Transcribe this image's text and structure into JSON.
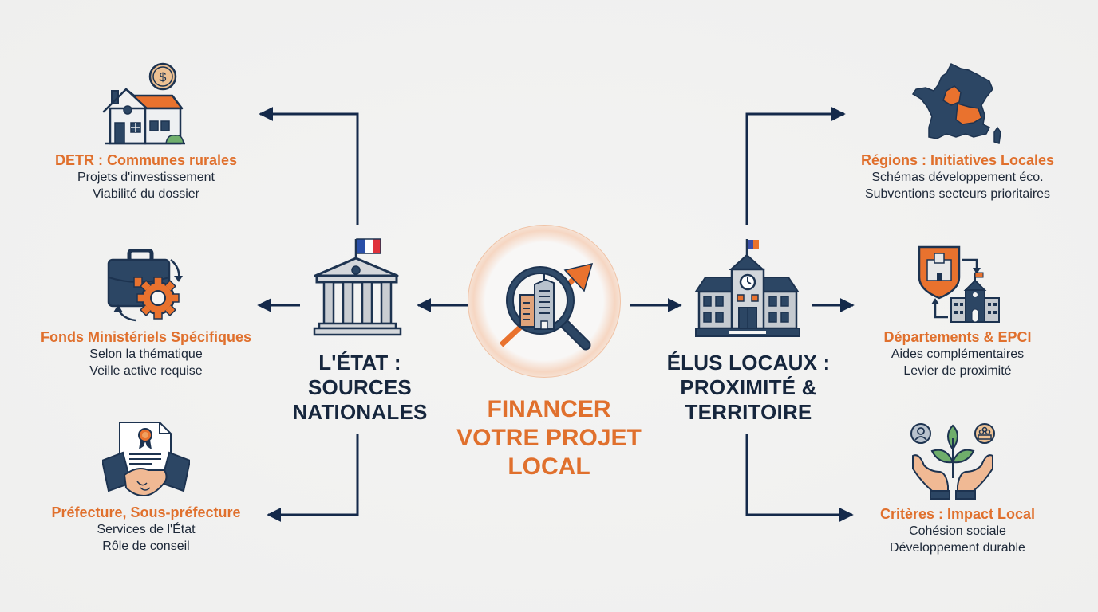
{
  "colors": {
    "background": "#f1f1f0",
    "accent_orange": "#e0702d",
    "navy": "#16263d",
    "text_dark": "#1d2838",
    "arrow": "#14294a"
  },
  "center": {
    "icon": "magnifier-building-growth-icon",
    "title_lines": [
      "FINANCER",
      "VOTRE PROJET",
      "LOCAL"
    ]
  },
  "left_hub": {
    "icon": "state-building-flag-icon",
    "title_lines": [
      "L'ÉTAT :",
      "SOURCES",
      "NATIONALES"
    ]
  },
  "right_hub": {
    "icon": "town-hall-icon",
    "title_lines": [
      "ÉLUS LOCAUX :",
      "PROXIMITÉ &",
      "TERRITOIRE"
    ]
  },
  "left_items": [
    {
      "icon": "house-coin-icon",
      "title": "DETR : Communes rurales",
      "lines": [
        "Projets d'investissement",
        "Viabilité du dossier"
      ]
    },
    {
      "icon": "briefcase-gear-icon",
      "title": "Fonds Ministériels Spécifiques",
      "lines": [
        "Selon la thématique",
        "Veille active requise"
      ]
    },
    {
      "icon": "certificate-handshake-icon",
      "title": "Préfecture, Sous-préfecture",
      "lines": [
        "Services de l'État",
        "Rôle de conseil"
      ]
    }
  ],
  "right_items": [
    {
      "icon": "france-map-icon",
      "title": "Régions : Initiatives Locales",
      "lines": [
        "Schémas développement éco.",
        "Subventions secteurs prioritaires"
      ]
    },
    {
      "icon": "shield-castle-town-hall-icon",
      "title": "Départements & EPCI",
      "lines": [
        "Aides complémentaires",
        "Levier de proximité"
      ]
    },
    {
      "icon": "hands-plant-community-icon",
      "title": "Critères : Impact Local",
      "lines": [
        "Cohésion sociale",
        "Développement durable"
      ]
    }
  ]
}
